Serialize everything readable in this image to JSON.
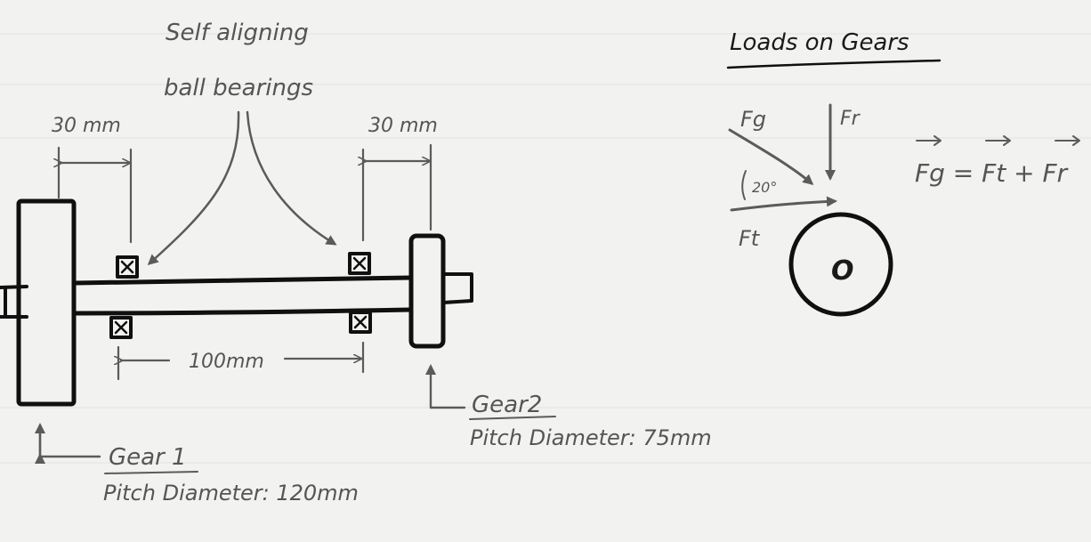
{
  "sketch": {
    "bearings_label_line1": "Self aligning",
    "bearings_label_line2": "ball bearings",
    "left_offset_label": "30 mm",
    "right_offset_label": "30 mm",
    "bearing_span_label": "100mm",
    "gear1_label": "Gear 1",
    "gear1_pitch": "Pitch Diameter: 120mm",
    "gear2_label": "Gear2",
    "gear2_pitch": "Pitch Diameter: 75mm"
  },
  "loads": {
    "title": "Loads on Gears",
    "fg_label": "Fg",
    "fr_label": "Fr",
    "ft_label": "Ft",
    "angle_label": "20°",
    "center_mark": "O",
    "equation": "Fg = Ft + Fr"
  },
  "colors": {
    "paper": "#f2f2f0",
    "ink": "#101010",
    "pencil": "#5b5b5b"
  }
}
